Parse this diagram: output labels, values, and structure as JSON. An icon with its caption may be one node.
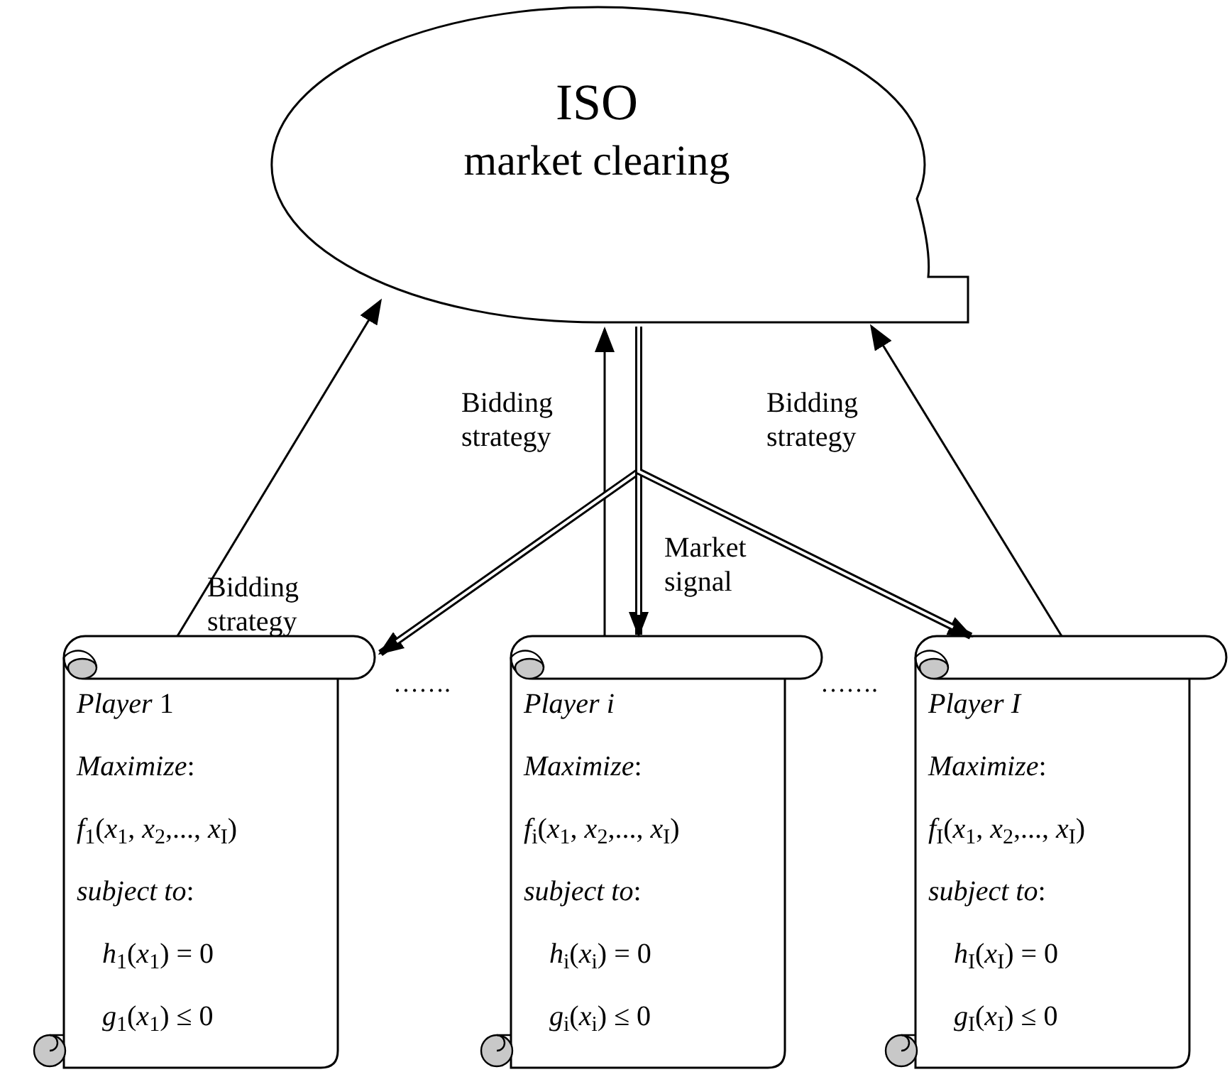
{
  "diagram": {
    "nodes": [
      {
        "text": [
          "ISO",
          "market clearing"
        ]
      },
      {
        "text": [
          "*Player* 1",
          "*Maximize*:",
          "*f*$_{1}$(*x*$_{1}$, *x*$_{2}$,..., *x*$_{I}$)",
          "*subject to*:",
          "*h*$_{1}$(*x*$_{1}$) = 0",
          "*g*$_{1}$(*x*$_{1}$) ≤ 0"
        ]
      },
      {
        "text": [
          "*Player* *i*",
          "*Maximize*:",
          "*f*$_{i}$(*x*$_{1}$, *x*$_{2}$,..., *x*$_{I}$)",
          "*subject to*:",
          "*h*$_{i}$(*x*$_{i}$) = 0",
          "*g*$_{i}$(*x*$_{i}$) ≤ 0"
        ]
      },
      {
        "text": [
          "*Player* *I*",
          "*Maximize*:",
          "*f*$_{I}$(*x*$_{1}$, *x*$_{2}$,..., *x*$_{I}$)",
          "*subject to*:",
          "*h*$_{I}$(*x*$_{I}$) = 0",
          "*g*$_{I}$(*x*$_{I}$) ≤ 0"
        ]
      }
    ],
    "edges": [
      {
        "from": 1,
        "to": 0,
        "arrow": "to",
        "label": "Bidding strategy"
      },
      {
        "from": 2,
        "to": 0,
        "arrow": "to",
        "label": "Bidding strategy"
      },
      {
        "from": 3,
        "to": 0,
        "arrow": "to",
        "label": "Bidding strategy"
      },
      {
        "from": 0,
        "to": 1,
        "arrow": "to",
        "style": "thick"
      },
      {
        "from": 0,
        "to": 2,
        "arrow": "to",
        "style": "thick",
        "label": "Market signal"
      },
      {
        "from": 0,
        "to": 3,
        "arrow": "to",
        "style": "thick"
      }
    ],
    "labels": [
      "…….",
      "……."
    ]
  }
}
